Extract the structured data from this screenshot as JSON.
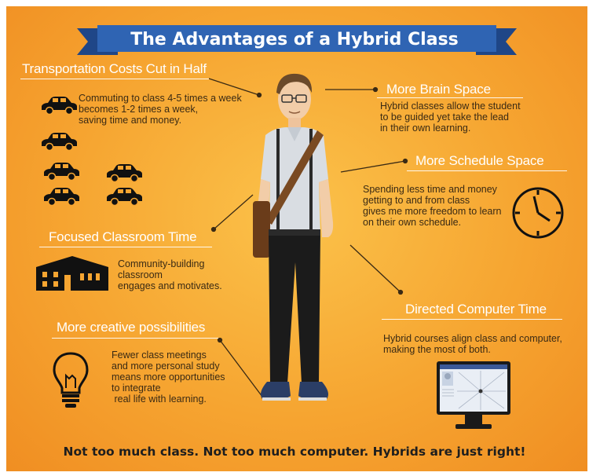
{
  "banner": {
    "title": "The Advantages of a Hybrid Class"
  },
  "sections": {
    "transport": {
      "heading": "Transportation Costs Cut in Half",
      "lines": [
        "Commuting to class 4-5 times a week",
        "becomes 1-2 times a week,",
        "saving time and money."
      ]
    },
    "brain": {
      "heading": "More Brain Space",
      "lines": [
        "Hybrid classes allow the student",
        "to be guided yet take the lead",
        "in their own learning."
      ]
    },
    "schedule": {
      "heading": "More Schedule Space",
      "lines": [
        "Spending less time and money",
        "getting to and from class",
        "gives me more freedom to learn",
        "on their own schedule."
      ]
    },
    "classroom": {
      "heading": "Focused Classroom Time",
      "lines": [
        "Community-building",
        "classroom",
        "engages and motivates."
      ]
    },
    "computer": {
      "heading": "Directed Computer Time",
      "lines": [
        "Hybrid courses align class and computer,",
        "making the most of both."
      ]
    },
    "creative": {
      "heading": "More creative possibilities",
      "lines": [
        "Fewer class meetings",
        "and more personal study",
        "means more opportunities",
        "to integrate",
        " real life with learning."
      ]
    }
  },
  "footer": {
    "text": "Not too much class. Not too much computer. Hybrids are just right!"
  },
  "icons": [
    "car-icon",
    "house-icon",
    "lightbulb-icon",
    "clock-icon",
    "monitor-icon",
    "student-figure"
  ],
  "colors": {
    "banner": "#2f64b3",
    "banner_dark": "#1f4687",
    "background": "#f6a531",
    "text": "#3a2a14",
    "icon": "#111111"
  }
}
